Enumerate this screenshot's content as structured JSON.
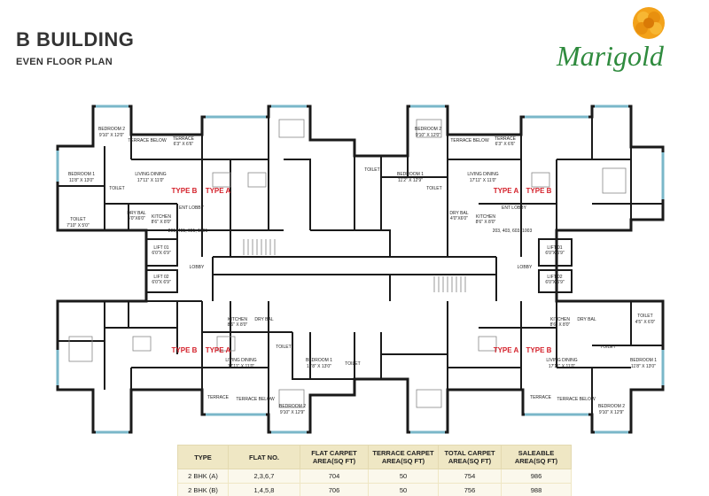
{
  "header": {
    "title": "B BUILDING",
    "subtitle": "EVEN FLOOR PLAN"
  },
  "logo": {
    "text": "Marigold"
  },
  "colors": {
    "wall": "#1a1a1a",
    "window": "#7ab7c9",
    "type_label": "#d4202a",
    "table_header": "#efe7c4",
    "table_row": "#fbf8ec"
  },
  "room_labels": {
    "bedroom2": "BEDROOM 2",
    "bedroom2_tl_dim": "9'10\" X 12'0\"",
    "bedroom2_tr_dim": "9'10\" X 12'0\"",
    "bedroom2_b_dim": "9'10\" X 12'9\"",
    "bedroom1": "BEDROOM 1",
    "bedroom1_l_dim": "11'8\" X 13'0\"",
    "bedroom1_c_dim": "11'2\" X 12'9\"",
    "bedroom1_b_dim": "11'8\" X 13'0\"",
    "living": "LIVING DINING",
    "living_dim": "17'11\" X 11'0\"",
    "kitchen": "KITCHEN",
    "kitchen_dim": "8'6\" X 8'0\"",
    "toilet": "TOILET",
    "toilet_dim": "7'10\" X 5'0\"",
    "toilet_dim2": "4'5\" X 6'0\"",
    "terrace": "TERRACE",
    "terrace_dim": "6'3\" X 6'6\"",
    "terrace_below": "TERRACE BELOW",
    "dry_bal": "DRY BAL",
    "dry_bal_dim": "4'0\"X6'0\"",
    "lift1": "LIFT 01",
    "lift2": "LIFT 02",
    "lift_dim": "6'0\"X 6'9\"",
    "lobby": "LOBBY",
    "ent_lobby": "ENT LOBBY",
    "flats_a": "203, 403, 603, 1003",
    "flats_b": "201, 401, 601, 1001"
  },
  "type_labels": {
    "a": "TYPE A",
    "b": "TYPE B"
  },
  "table": {
    "headers": [
      "TYPE",
      "FLAT NO.",
      "FLAT CARPET AREA(SQ FT)",
      "TERRACE CARPET AREA(SQ FT)",
      "TOTAL CARPET AREA(SQ FT)",
      "SALEABLE AREA(SQ FT)"
    ],
    "rows": [
      [
        "2 BHK (A)",
        "2,3,6,7",
        "704",
        "50",
        "754",
        "986"
      ],
      [
        "2 BHK (B)",
        "1,4,5,8",
        "706",
        "50",
        "756",
        "988"
      ]
    ]
  }
}
